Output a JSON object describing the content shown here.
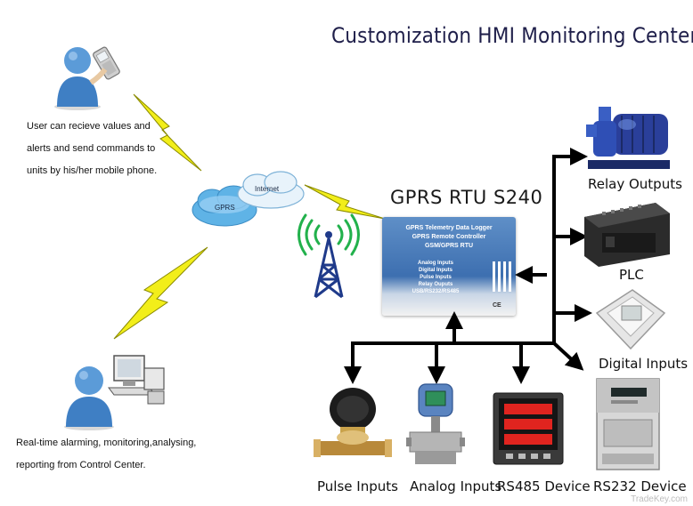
{
  "title": "Customization HMI Monitoring Center",
  "mobile_user_note": [
    "User can recieve values and",
    "alerts and send commands to",
    "units by his/her mobile phone."
  ],
  "control_center_note": [
    "Real-time alarming, monitoring,analysing,",
    "reporting from Control Center."
  ],
  "cloud_labels": {
    "gprs": "GPRS",
    "internet": "Internet"
  },
  "rtu": {
    "title": "GPRS RTU S240",
    "lines": [
      "GPRS Telemetry Data Logger",
      "GPRS Remote Controller",
      "GSM/GPRS RTU"
    ],
    "io_list": [
      "Analog Inputs",
      "Digital Inputs",
      "Pulse Inputs",
      "Relay Ouputs",
      "USB/RS232/RS485"
    ],
    "mark": "CE"
  },
  "right_labels": {
    "relay": "Relay Outputs",
    "plc": "PLC",
    "digital": "Digital Inputs",
    "rs232": "RS232 Device"
  },
  "bottom_labels": {
    "pulse": "Pulse Inputs",
    "analog": "Analog Inputs",
    "rs485": "RS485 Device"
  },
  "watermark": "TradeKey.com",
  "colors": {
    "title": "#1f1f4a",
    "bolt": "#f2ee1a",
    "cloud": "#5fb3e6",
    "device": "#3d6fb0",
    "wire": "#000000"
  }
}
